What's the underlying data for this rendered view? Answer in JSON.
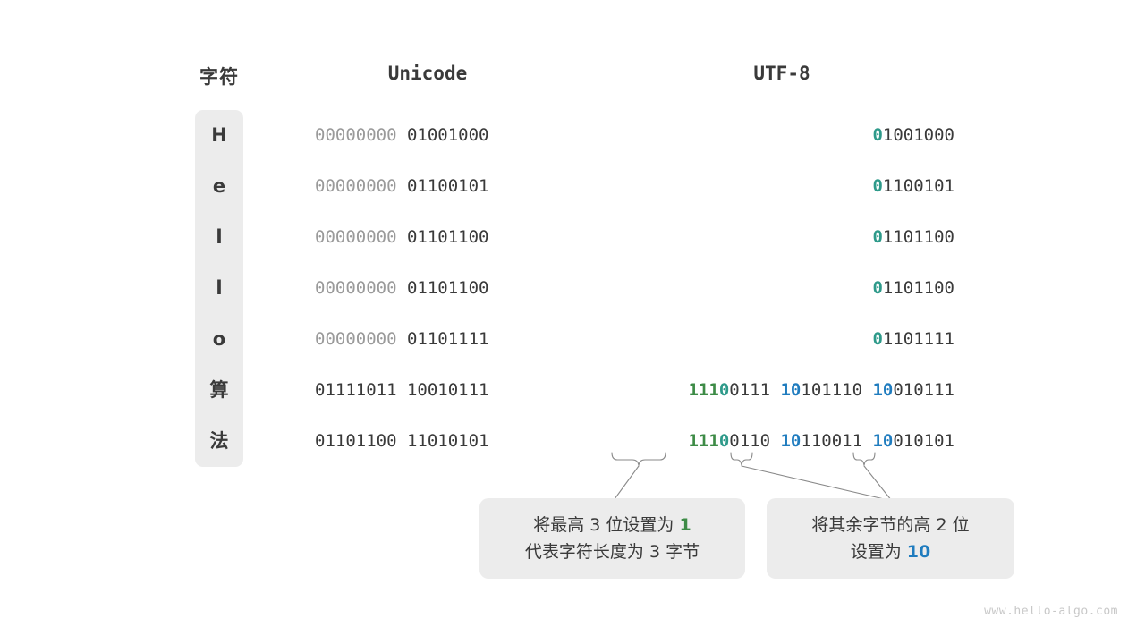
{
  "headers": {
    "char": "字符",
    "unicode": "Unicode",
    "utf8": "UTF-8"
  },
  "colors": {
    "green": "#3d8b46",
    "teal": "#2e9a8a",
    "blue": "#1f7cbf",
    "dim": "#9a9a9a",
    "text": "#3a3a3a",
    "panel": "#ececec"
  },
  "rows": [
    {
      "char": "H",
      "unicode_high": "00000000",
      "unicode_low": "01001000",
      "utf8_bytes": [
        {
          "marker": "0",
          "marker_color": "teal",
          "rest": "1001000"
        }
      ]
    },
    {
      "char": "e",
      "unicode_high": "00000000",
      "unicode_low": "01100101",
      "utf8_bytes": [
        {
          "marker": "0",
          "marker_color": "teal",
          "rest": "1100101"
        }
      ]
    },
    {
      "char": "l",
      "unicode_high": "00000000",
      "unicode_low": "01101100",
      "utf8_bytes": [
        {
          "marker": "0",
          "marker_color": "teal",
          "rest": "1101100"
        }
      ]
    },
    {
      "char": "l",
      "unicode_high": "00000000",
      "unicode_low": "01101100",
      "utf8_bytes": [
        {
          "marker": "0",
          "marker_color": "teal",
          "rest": "1101100"
        }
      ]
    },
    {
      "char": "o",
      "unicode_high": "00000000",
      "unicode_low": "01101111",
      "utf8_bytes": [
        {
          "marker": "0",
          "marker_color": "teal",
          "rest": "1101111"
        }
      ]
    },
    {
      "char": "算",
      "unicode_high": "01111011",
      "unicode_low": "10010111",
      "utf8_bytes": [
        {
          "marker": "111",
          "marker_color": "green",
          "marker2": "0",
          "marker2_color": "teal",
          "rest": "0111"
        },
        {
          "marker": "10",
          "marker_color": "blue",
          "rest": "101110"
        },
        {
          "marker": "10",
          "marker_color": "blue",
          "rest": "010111"
        }
      ]
    },
    {
      "char": "法",
      "unicode_high": "01101100",
      "unicode_low": "11010101",
      "utf8_bytes": [
        {
          "marker": "111",
          "marker_color": "green",
          "marker2": "0",
          "marker2_color": "teal",
          "rest": "0110"
        },
        {
          "marker": "10",
          "marker_color": "blue",
          "rest": "110011"
        },
        {
          "marker": "10",
          "marker_color": "blue",
          "rest": "010101"
        }
      ]
    }
  ],
  "callouts": [
    {
      "line1_pre": "将最高 3 位设置为 ",
      "line1_hl": "1",
      "line1_hl_color": "green",
      "line2": "代表字符长度为 3 字节"
    },
    {
      "line1": "将其余字节的高 2 位",
      "line2_pre": "设置为 ",
      "line2_hl": "10",
      "line2_hl_color": "blue"
    }
  ],
  "watermark": "www.hello-algo.com"
}
